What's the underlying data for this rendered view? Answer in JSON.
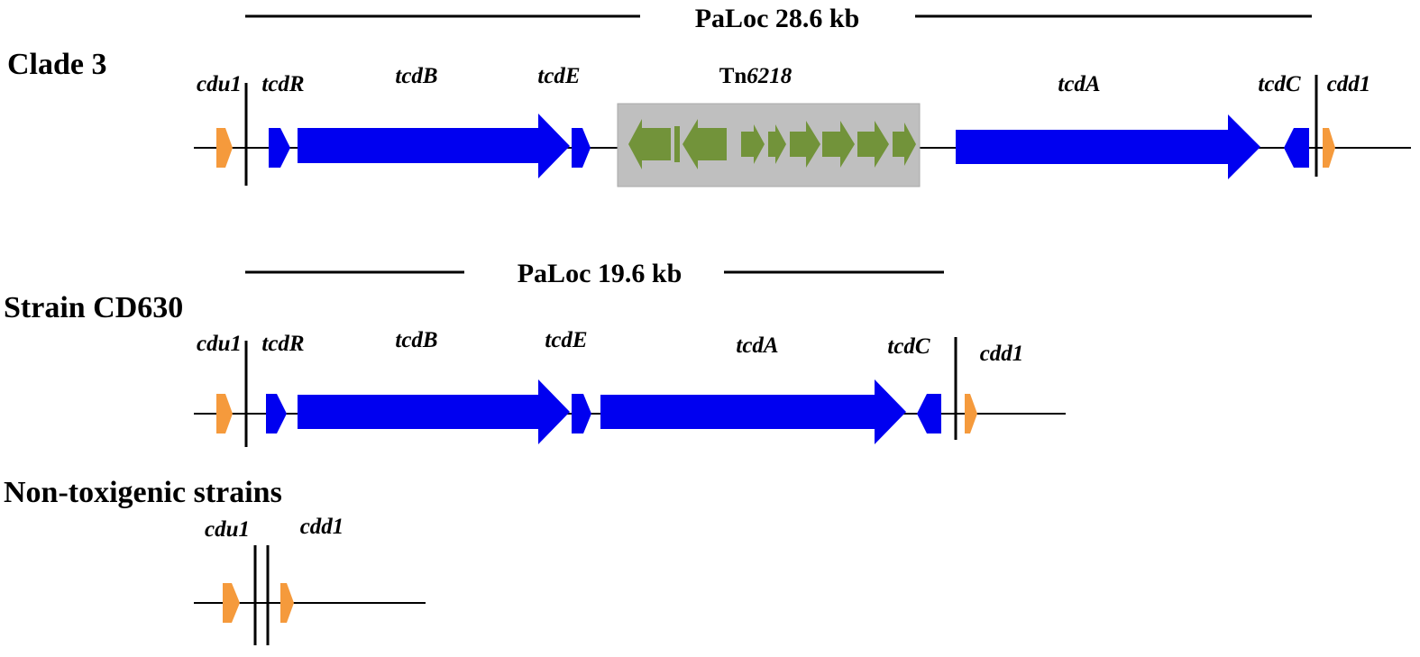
{
  "colors": {
    "toxin_gene": "#0000f0",
    "flank_gene": "#f59a3c",
    "transposon_gene": "#72933a",
    "transposon_box": "#bfbfbf",
    "line": "#000000"
  },
  "rows": [
    {
      "title": "Clade 3",
      "paloc_label": "PaLoc  28.6 kb",
      "transposon": {
        "prefix": "Tn",
        "number": "6218"
      },
      "genes": [
        {
          "name": "cdu1",
          "color_role": "flank"
        },
        {
          "name": "tcdR",
          "color_role": "toxin"
        },
        {
          "name": "tcdB",
          "color_role": "toxin"
        },
        {
          "name": "tcdE",
          "color_role": "toxin"
        },
        {
          "name": "tcdA",
          "color_role": "toxin"
        },
        {
          "name": "tcdC",
          "color_role": "toxin"
        },
        {
          "name": "cdd1",
          "color_role": "flank"
        }
      ]
    },
    {
      "title": "Strain CD630",
      "paloc_label": "PaLoc  19.6 kb",
      "genes": [
        {
          "name": "cdu1",
          "color_role": "flank"
        },
        {
          "name": "tcdR",
          "color_role": "toxin"
        },
        {
          "name": "tcdB",
          "color_role": "toxin"
        },
        {
          "name": "tcdE",
          "color_role": "toxin"
        },
        {
          "name": "tcdA",
          "color_role": "toxin"
        },
        {
          "name": "tcdC",
          "color_role": "toxin"
        },
        {
          "name": "cdd1",
          "color_role": "flank"
        }
      ]
    },
    {
      "title": "Non-toxigenic strains",
      "genes": [
        {
          "name": "cdu1",
          "color_role": "flank"
        },
        {
          "name": "cdd1",
          "color_role": "flank"
        }
      ]
    }
  ]
}
